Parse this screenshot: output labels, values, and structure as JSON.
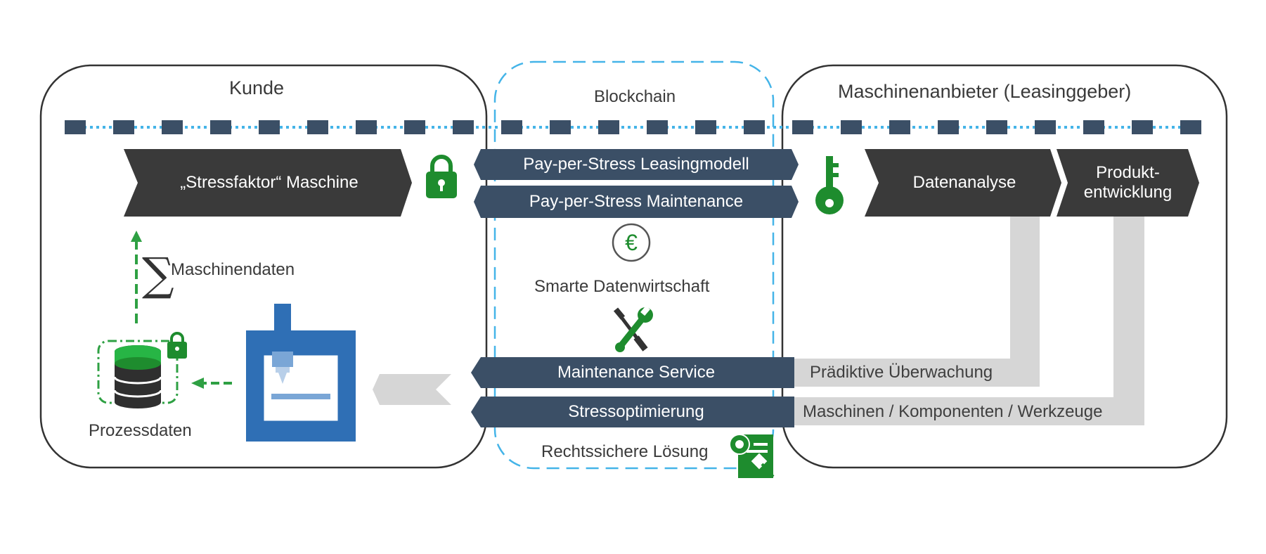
{
  "panels": {
    "customer_title": "Kunde",
    "blockchain_title": "Blockchain",
    "provider_title": "Maschinenanbieter (Leasinggeber)"
  },
  "customer": {
    "stress_arrow": "„Stressfaktor“ Maschine",
    "machine_data_label": "Maschinendaten",
    "process_data_label": "Prozessdaten"
  },
  "blockchain": {
    "leasing_model": "Pay-per-Stress Leasingmodell",
    "maintenance": "Pay-per-Stress Maintenance",
    "smart_data": "Smarte Datenwirtschaft",
    "maintenance_service": "Maintenance Service",
    "stress_optimization": "Stressoptimierung",
    "legal_solution": "Rechtssichere Lösung"
  },
  "provider": {
    "data_analysis": "Datenanalyse",
    "product_dev_line1": "Produkt-",
    "product_dev_line2": "entwicklung",
    "predictive_monitoring": "Prädiktive Überwachung",
    "machines_components": "Maschinen / Komponenten / Werkzeuge"
  },
  "colors": {
    "dark_arrow": "#3a3a3a",
    "navy_band": "#3b4f66",
    "green": "#1e8c2e",
    "machine_blue": "#2f6fb5",
    "blockchain_blue": "#44b4e8",
    "gray_connector": "#d6d6d6"
  },
  "icons": {
    "lock": "lock-icon",
    "key": "key-icon",
    "euro": "euro-icon",
    "tools": "wrench-screwdriver-icon",
    "certificate": "certificate-icon",
    "database": "database-icon",
    "machine": "cnc-machine-icon",
    "sum": "sum-icon"
  }
}
